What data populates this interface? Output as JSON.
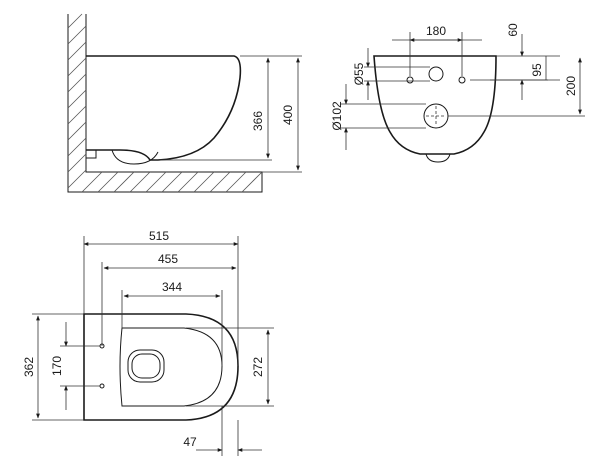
{
  "drawing": {
    "side_view": {
      "dim_height_bowl": "366",
      "dim_height_total": "400"
    },
    "rear_view": {
      "dim_fixing_spacing": "180",
      "dim_top_offset": "60",
      "dim_inlet_diameter": "Ø55",
      "dim_fixing_height": "95",
      "dim_outlet_height": "200",
      "dim_outlet_diameter": "Ø102"
    },
    "top_view": {
      "dim_total_length": "515",
      "dim_seat_length": "455",
      "dim_opening_length": "344",
      "dim_total_width": "362",
      "dim_fixing_spacing": "170",
      "dim_opening_width": "272",
      "dim_front_offset": "47"
    }
  }
}
